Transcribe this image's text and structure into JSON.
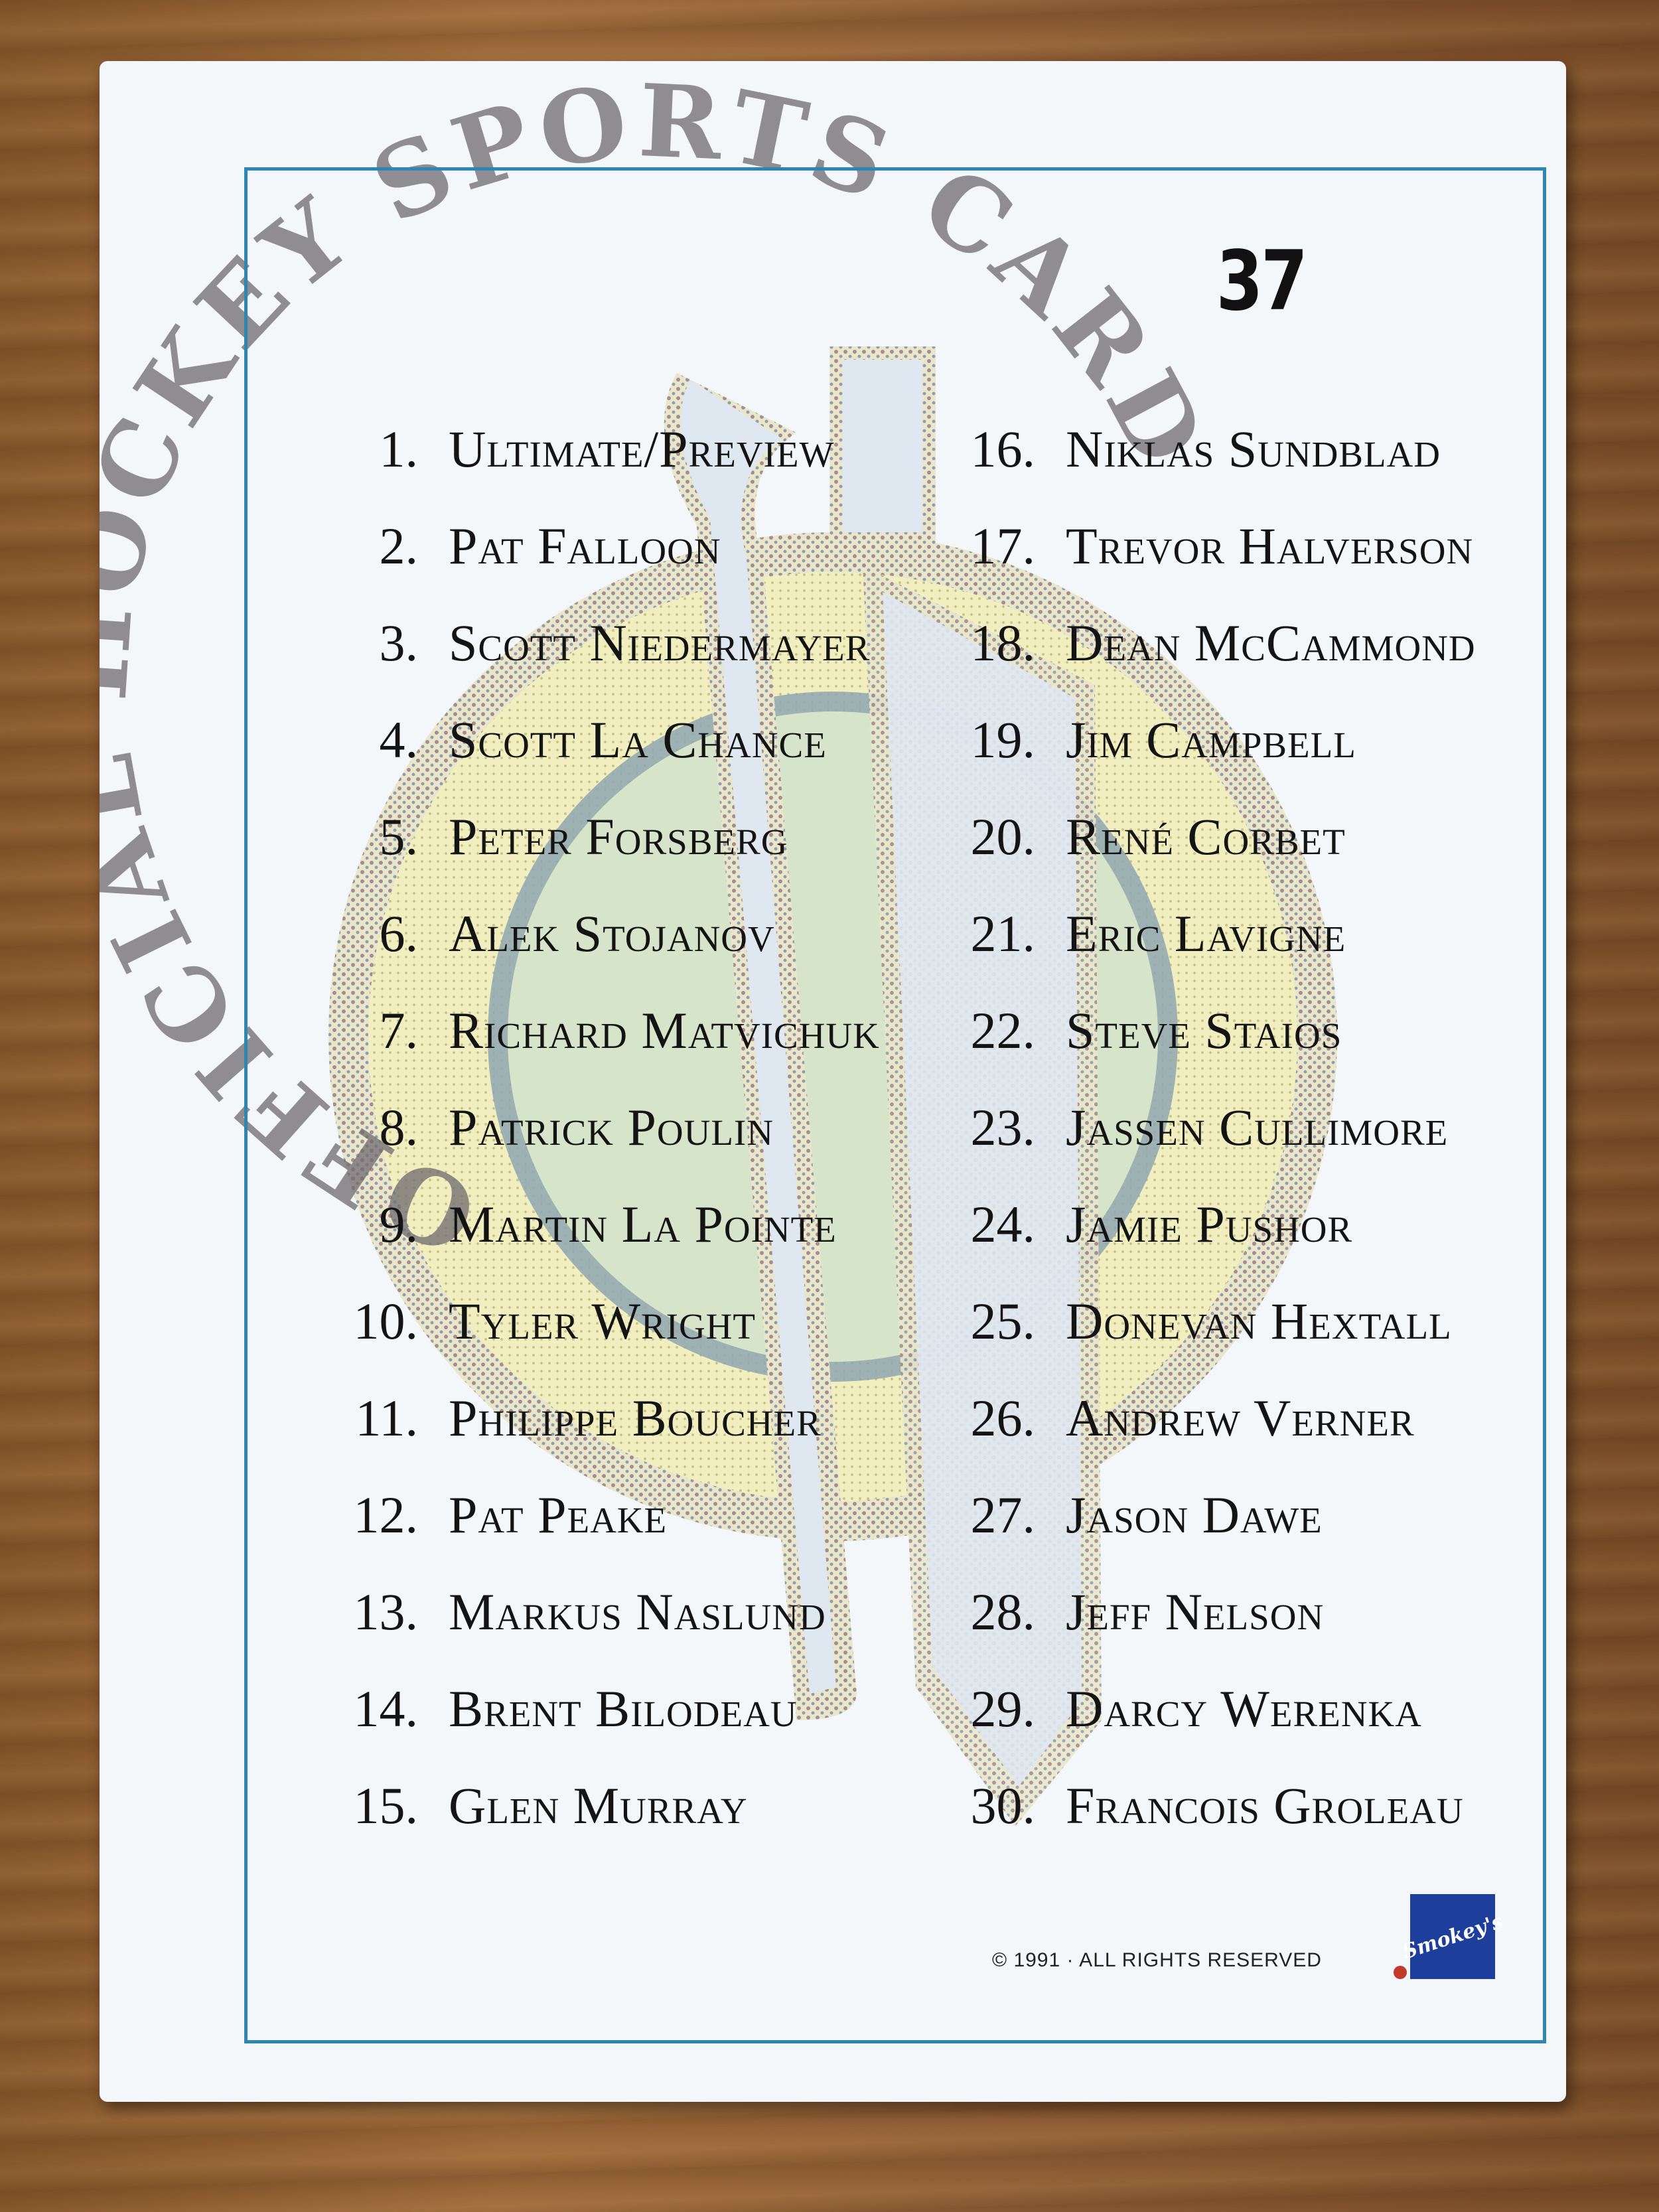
{
  "card": {
    "number": "37",
    "watermark_text": "OFFICIAL HOCKEY SPORTS CARD",
    "copyright": "© 1991 · ALL RIGHTS RESERVED",
    "logo_text": "Smokey's",
    "left_column": [
      {
        "num": "1.",
        "name": "Ultimate/Preview"
      },
      {
        "num": "2.",
        "name": "Pat Falloon"
      },
      {
        "num": "3.",
        "name": "Scott Niedermayer"
      },
      {
        "num": "4.",
        "name": "Scott La Chance"
      },
      {
        "num": "5.",
        "name": "Peter Forsberg"
      },
      {
        "num": "6.",
        "name": "Alek Stojanov"
      },
      {
        "num": "7.",
        "name": "Richard Matvichuk"
      },
      {
        "num": "8.",
        "name": "Patrick Poulin"
      },
      {
        "num": "9.",
        "name": "Martin La Pointe"
      },
      {
        "num": "10.",
        "name": "Tyler Wright"
      },
      {
        "num": "11.",
        "name": "Philippe Boucher"
      },
      {
        "num": "12.",
        "name": "Pat Peake"
      },
      {
        "num": "13.",
        "name": "Markus Naslund"
      },
      {
        "num": "14.",
        "name": "Brent Bilodeau"
      },
      {
        "num": "15.",
        "name": "Glen Murray"
      }
    ],
    "right_column": [
      {
        "num": "16.",
        "name": "Niklas Sundblad"
      },
      {
        "num": "17.",
        "name": "Trevor Halverson"
      },
      {
        "num": "18.",
        "name": "Dean McCammond"
      },
      {
        "num": "19.",
        "name": "Jim Campbell"
      },
      {
        "num": "20.",
        "name": "René Corbet"
      },
      {
        "num": "21.",
        "name": "Eric Lavigne"
      },
      {
        "num": "22.",
        "name": "Steve Staios"
      },
      {
        "num": "23.",
        "name": "Jassen Cullimore"
      },
      {
        "num": "24.",
        "name": "Jamie Pushor"
      },
      {
        "num": "25.",
        "name": "Donevan Hextall"
      },
      {
        "num": "26.",
        "name": "Andrew Verner"
      },
      {
        "num": "27.",
        "name": "Jason Dawe"
      },
      {
        "num": "28.",
        "name": "Jeff Nelson"
      },
      {
        "num": "29.",
        "name": "Darcy Werenka"
      },
      {
        "num": "30.",
        "name": "Francois Groleau"
      }
    ]
  }
}
